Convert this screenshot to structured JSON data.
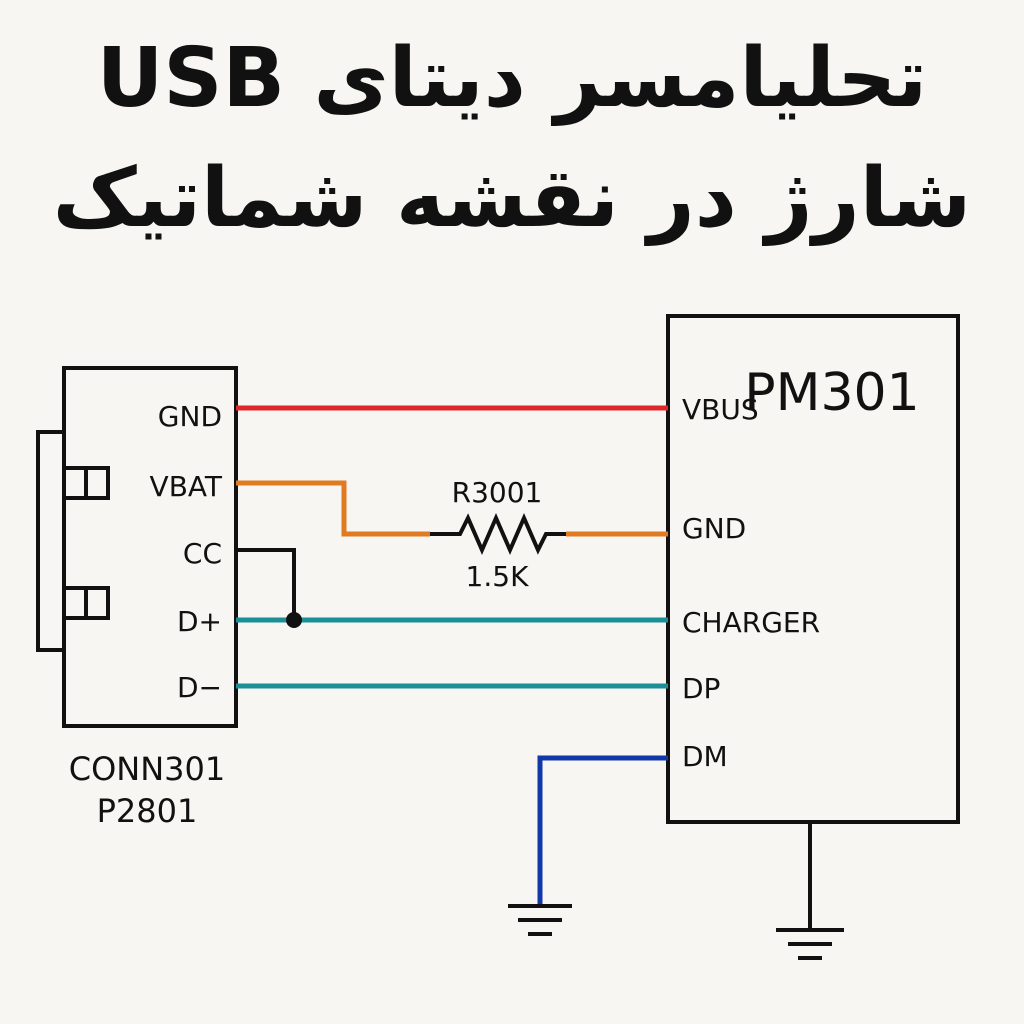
{
  "title": {
    "line1": "تحلیامسر دیتای USB",
    "line2": "شارژ در نقشه شماتیک"
  },
  "connector": {
    "pins": [
      "GND",
      "VBAT",
      "CC",
      "D+",
      "D−"
    ],
    "ref": "CONN301",
    "part": "P2801"
  },
  "ic": {
    "name": "PM301",
    "pins": [
      "VBUS",
      "GND",
      "CHARGER",
      "DP",
      "DM"
    ]
  },
  "resistor": {
    "ref": "R3001",
    "value": "1.5K"
  },
  "colors": {
    "red_wire": "#e0272a",
    "orange_wire": "#e07b22",
    "teal_wire": "#1a8f96",
    "blue_wire": "#1237a8",
    "black": "#111111"
  }
}
